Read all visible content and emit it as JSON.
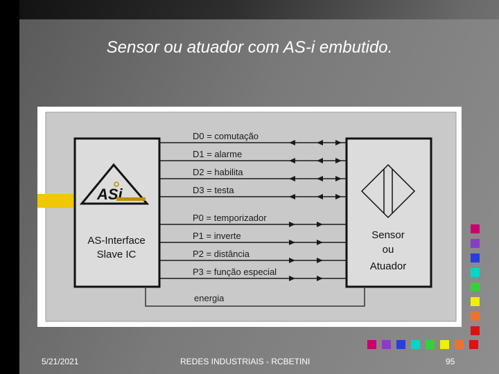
{
  "slide": {
    "title": "Sensor ou atuador com AS-i embutido.",
    "footer_date": "5/21/2021",
    "footer_center": "REDES INDUSTRIAIS - RCBETINI",
    "page_number": "95"
  },
  "diagram": {
    "slave_box": {
      "logo_text": "ASi",
      "line1": "AS-Interface",
      "line2": "Slave IC"
    },
    "device_box": {
      "line1": "Sensor",
      "line2": "ou",
      "line3": "Atuador"
    },
    "signals": [
      {
        "label": "D0 = comutação",
        "direction": "both"
      },
      {
        "label": "D1 = alarme",
        "direction": "both"
      },
      {
        "label": "D2 = habilita",
        "direction": "both"
      },
      {
        "label": "D3 = testa",
        "direction": "both"
      },
      {
        "label": "P0 = temporizador",
        "direction": "to-device"
      },
      {
        "label": "P1 = inverte",
        "direction": "to-device"
      },
      {
        "label": "P2 = distância",
        "direction": "to-device"
      },
      {
        "label": "P3 = função especial",
        "direction": "to-device"
      }
    ],
    "power_label": "energia"
  },
  "colors": {
    "squares_right": [
      "#c8006e",
      "#8a3cc8",
      "#2a3ce0",
      "#00d8c8",
      "#38d038",
      "#f0f000",
      "#f07030",
      "#e01010"
    ],
    "squares_bottom": [
      "#c8006e",
      "#8a3cc8",
      "#2a3ce0",
      "#00d8c8",
      "#38d038",
      "#f0f000",
      "#f07030",
      "#e01010"
    ],
    "connector": "#f0c800"
  }
}
